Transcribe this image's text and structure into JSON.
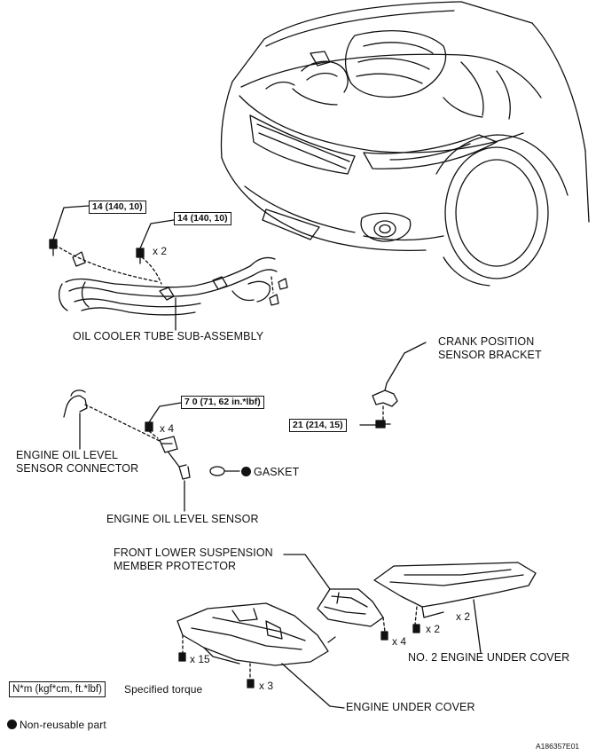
{
  "torque_specs": {
    "oil_cooler_bolt_a": "14 (140, 10)",
    "oil_cooler_bolt_b": "14 (140, 10)",
    "oil_level_sensor_bolt": "7 0 (71, 62 in.*lbf)",
    "crank_bracket_bolt": "21 (214, 15)"
  },
  "quantities": {
    "oil_cooler_bolts": "x 2",
    "oil_level_sensor_bolts": "x 4",
    "front_protector_bolts": "x 4",
    "no2_cover_bolts": "x 2",
    "no2_cover_clips": "x 2",
    "engine_cover_bolts": "x 15",
    "engine_cover_center_bolts": "x 3"
  },
  "parts": {
    "oil_cooler_tube": "OIL COOLER TUBE SUB-ASSEMBLY",
    "crank_bracket_line1": "CRANK POSITION",
    "crank_bracket_line2": "SENSOR BRACKET",
    "oil_level_connector_line1": "ENGINE OIL LEVEL",
    "oil_level_connector_line2": "SENSOR CONNECTOR",
    "gasket": "GASKET",
    "oil_level_sensor": "ENGINE OIL LEVEL SENSOR",
    "front_protector_line1": "FRONT LOWER SUSPENSION",
    "front_protector_line2": "MEMBER PROTECTOR",
    "no2_under_cover": "NO. 2 ENGINE UNDER COVER",
    "engine_under_cover": "ENGINE UNDER COVER"
  },
  "legend": {
    "torque_unit": "N*m (kgf*cm, ft.*lbf)",
    "torque_desc": "Specified torque",
    "non_reusable": "Non-reusable part"
  },
  "figure_code": "A186357E01"
}
